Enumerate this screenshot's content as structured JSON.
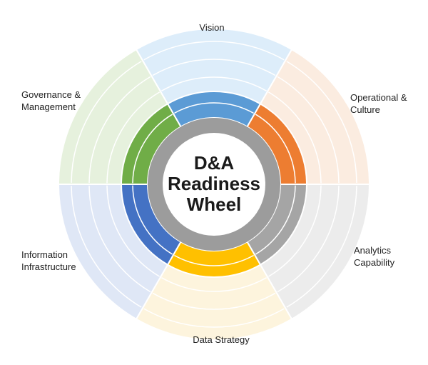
{
  "center": {
    "title_lines": [
      "D&A",
      "Readiness",
      "Wheel"
    ]
  },
  "segments": [
    {
      "label_lines": [
        "Vision"
      ],
      "inner_color": "#5b9bd5",
      "outer_color": "#ddedfa"
    },
    {
      "label_lines": [
        "Operational &",
        "Culture"
      ],
      "inner_color": "#ed7d31",
      "outer_color": "#fbece0"
    },
    {
      "label_lines": [
        "Analytics",
        "Capability"
      ],
      "inner_color": "#a5a5a5",
      "outer_color": "#ececec"
    },
    {
      "label_lines": [
        "Data Strategy"
      ],
      "inner_color": "#ffc000",
      "outer_color": "#fdf4dd"
    },
    {
      "label_lines": [
        "Information",
        "Infrastructure"
      ],
      "inner_color": "#4472c4",
      "outer_color": "#dfe7f6"
    },
    {
      "label_lines": [
        "Governance &",
        "Management"
      ],
      "inner_color": "#70ad47",
      "outer_color": "#e6f1dd"
    }
  ],
  "colors": {
    "hub_ring": "#9c9c9c",
    "hub_fill": "#ffffff",
    "separator": "#ffffff"
  }
}
